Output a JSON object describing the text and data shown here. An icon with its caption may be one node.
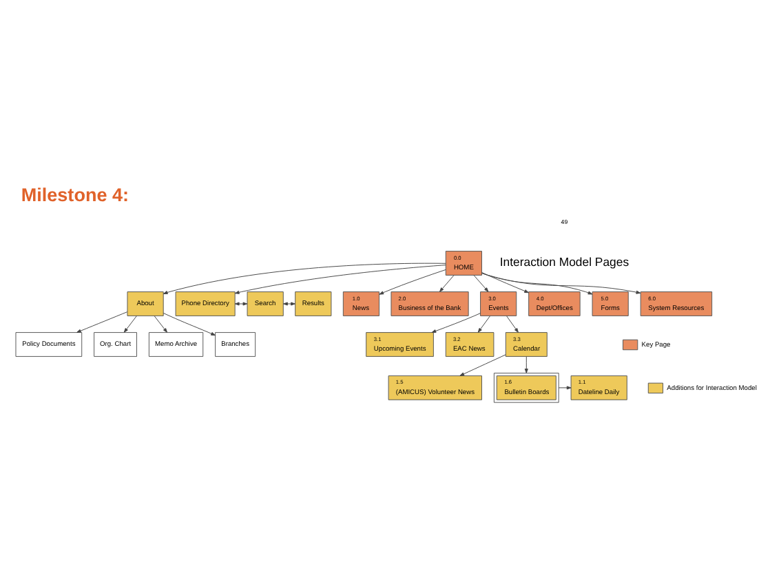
{
  "diagram": {
    "title": "Milestone 4:",
    "nodes": [
      {
        "text": [
          "0.0",
          "HOME"
        ]
      },
      {
        "text": [
          "About"
        ]
      },
      {
        "text": [
          "Policy Documents"
        ]
      },
      {
        "text": [
          "Org. Chart"
        ]
      },
      {
        "text": [
          "Memo Archive"
        ]
      },
      {
        "text": [
          "Branches"
        ]
      },
      {
        "text": [
          "Phone Directory"
        ]
      },
      {
        "text": [
          "Search"
        ]
      },
      {
        "text": [
          "Results"
        ]
      },
      {
        "text": [
          "1.0",
          "News"
        ]
      },
      {
        "text": [
          "2.0",
          "Business of the Bank"
        ]
      },
      {
        "text": [
          "3.0",
          "Events"
        ]
      },
      {
        "text": [
          "4.0",
          "Dept/Offices"
        ]
      },
      {
        "text": [
          "5.0",
          "Forms"
        ]
      },
      {
        "text": [
          "6.0",
          "System Resources"
        ]
      },
      {
        "text": [
          "3.1",
          "Upcoming Events"
        ]
      },
      {
        "text": [
          "3.2",
          "EAC News"
        ]
      },
      {
        "text": [
          "3.3",
          "Calendar"
        ]
      },
      {
        "text": [
          "1.5",
          "(AMICUS) Volunteer News"
        ]
      },
      {
        "text": [
          "1.6",
          "Bulletin Boards"
        ]
      },
      {
        "text": [
          "1.1",
          "Dateline Daily"
        ]
      }
    ],
    "edges": [
      {
        "from": 0,
        "to": 1,
        "arrow": "to"
      },
      {
        "from": 1,
        "to": 2,
        "arrow": "to"
      },
      {
        "from": 1,
        "to": 3,
        "arrow": "to"
      },
      {
        "from": 1,
        "to": 4,
        "arrow": "to"
      },
      {
        "from": 1,
        "to": 5,
        "arrow": "to"
      },
      {
        "from": 0,
        "to": 6,
        "arrow": "to"
      },
      {
        "from": 6,
        "to": 7,
        "arrow": "both"
      },
      {
        "from": 7,
        "to": 8,
        "arrow": "both"
      },
      {
        "from": 0,
        "to": 9,
        "arrow": "to"
      },
      {
        "from": 0,
        "to": 10,
        "arrow": "to"
      },
      {
        "from": 0,
        "to": 11,
        "arrow": "to"
      },
      {
        "from": 0,
        "to": 12,
        "arrow": "to"
      },
      {
        "from": 0,
        "to": 13,
        "arrow": "to"
      },
      {
        "from": 0,
        "to": 14,
        "arrow": "to"
      },
      {
        "from": 11,
        "to": 15,
        "arrow": "to"
      },
      {
        "from": 11,
        "to": 16,
        "arrow": "to"
      },
      {
        "from": 11,
        "to": 17,
        "arrow": "to"
      },
      {
        "from": 17,
        "to": 18,
        "arrow": "to"
      },
      {
        "from": 17,
        "to": 19,
        "arrow": "to"
      },
      {
        "from": 19,
        "to": 20,
        "arrow": "to"
      }
    ],
    "labels": [
      "Interaction Model Pages",
      "49"
    ],
    "legend": [
      {
        "text": "Key Page",
        "color": "#e98c5f"
      },
      {
        "text": "Additions for Interaction Model",
        "color": "#eec95a"
      }
    ]
  }
}
